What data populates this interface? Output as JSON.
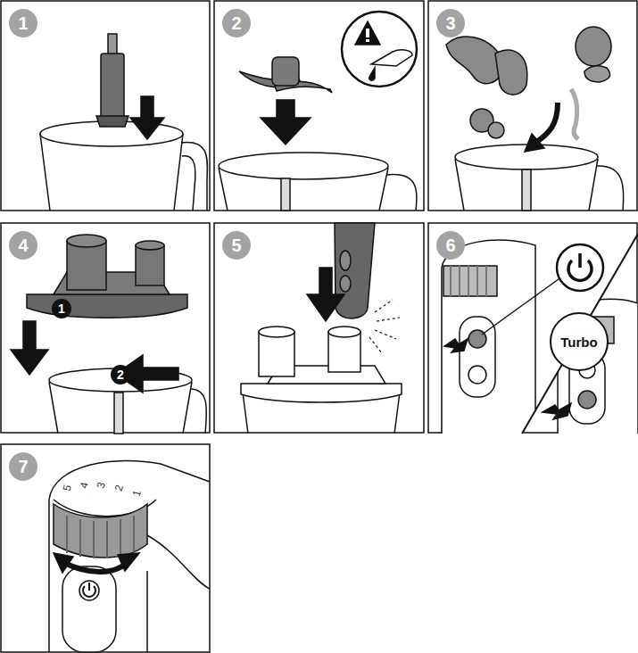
{
  "diagram": {
    "nodes": [
      {
        "text": [
          "1"
        ]
      },
      {
        "text": [
          "2"
        ]
      },
      {
        "text": [
          "3"
        ]
      },
      {
        "text": [
          "4"
        ]
      },
      {
        "text": [
          "1"
        ]
      },
      {
        "text": [
          "2"
        ]
      },
      {
        "text": [
          "5"
        ]
      },
      {
        "text": [
          "6"
        ]
      },
      {
        "text": [
          "Turbo"
        ]
      },
      {
        "text": [
          "7"
        ]
      }
    ],
    "edges": [],
    "labels": [
      "1",
      "2",
      "3",
      "4",
      "5"
    ]
  }
}
